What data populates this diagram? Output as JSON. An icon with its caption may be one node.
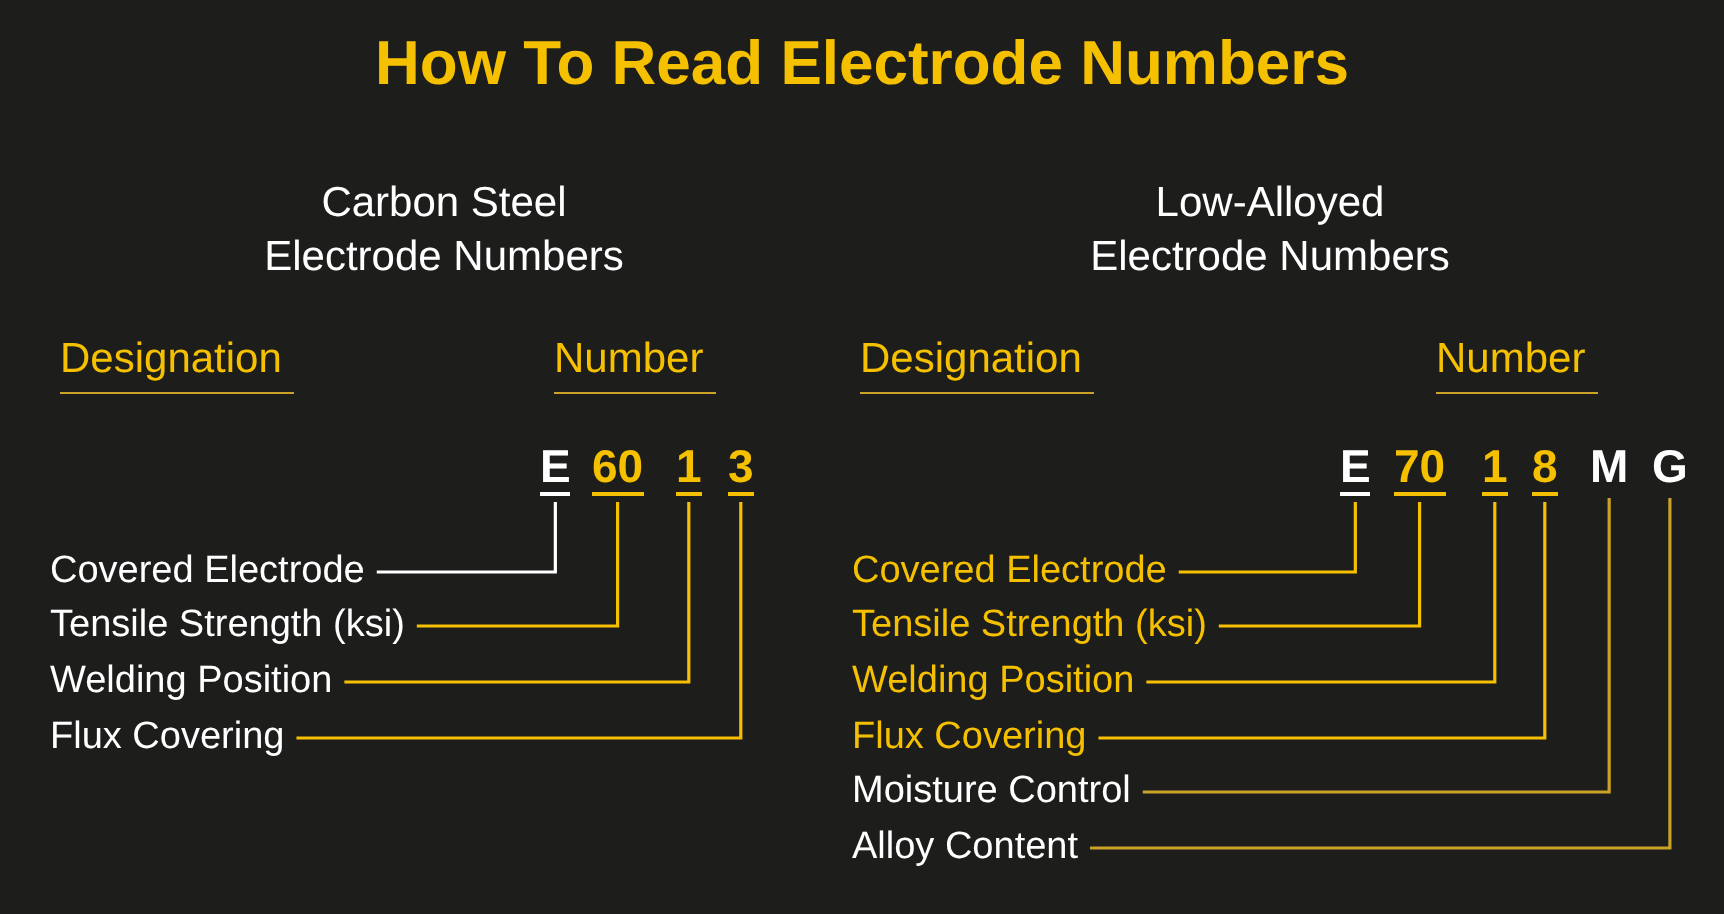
{
  "diagram": {
    "title": "How To Read Electrode Numbers",
    "nodes": [
      {
        "text": [
          "E"
        ]
      },
      {
        "text": [
          "60"
        ]
      },
      {
        "text": [
          "1"
        ]
      },
      {
        "text": [
          "3"
        ]
      },
      {
        "text": [
          "Covered Electrode"
        ]
      },
      {
        "text": [
          "Tensile Strength (ksi)"
        ]
      },
      {
        "text": [
          "Welding Position"
        ]
      },
      {
        "text": [
          "Flux Covering"
        ]
      },
      {
        "text": [
          "E"
        ]
      },
      {
        "text": [
          "70"
        ]
      },
      {
        "text": [
          "1"
        ]
      },
      {
        "text": [
          "8"
        ]
      },
      {
        "text": [
          "M"
        ]
      },
      {
        "text": [
          "G"
        ]
      },
      {
        "text": [
          "Covered Electrode"
        ]
      },
      {
        "text": [
          "Tensile Strength (ksi)"
        ]
      },
      {
        "text": [
          "Welding Position"
        ]
      },
      {
        "text": [
          "Flux Covering"
        ]
      },
      {
        "text": [
          "Moisture Control"
        ]
      },
      {
        "text": [
          "Alloy Content"
        ]
      }
    ],
    "edges": [
      {
        "from": 4,
        "to": 0,
        "arrow": "none",
        "color": "#ffffff"
      },
      {
        "from": 5,
        "to": 1,
        "arrow": "none"
      },
      {
        "from": 6,
        "to": 2,
        "arrow": "none"
      },
      {
        "from": 7,
        "to": 3,
        "arrow": "none"
      },
      {
        "from": 14,
        "to": 8,
        "arrow": "none"
      },
      {
        "from": 15,
        "to": 9,
        "arrow": "none"
      },
      {
        "from": 16,
        "to": 10,
        "arrow": "none"
      },
      {
        "from": 17,
        "to": 11,
        "arrow": "none"
      },
      {
        "from": 18,
        "to": 12,
        "arrow": "none",
        "color": "#c9a227"
      },
      {
        "from": 19,
        "to": 13,
        "arrow": "none",
        "color": "#c9a227"
      }
    ],
    "labels": [
      "Carbon Steel Electrode Numbers",
      "Low-Alloyed Electrode Numbers",
      "Designation",
      "Number",
      "Designation",
      "Number"
    ]
  }
}
